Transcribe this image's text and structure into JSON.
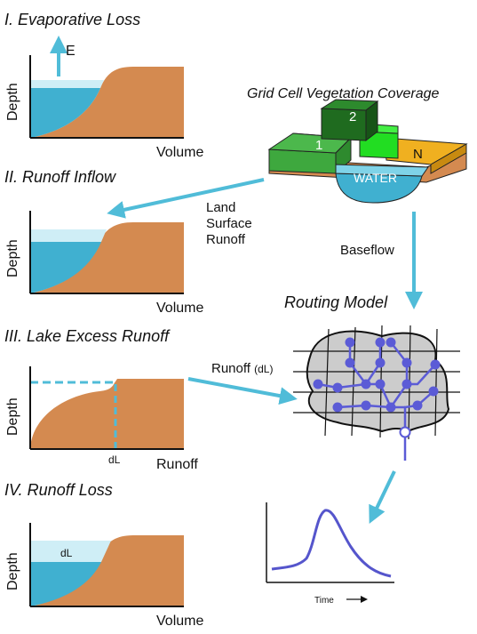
{
  "panels": [
    {
      "title": "I. Evaporative Loss",
      "ylabel": "Depth",
      "xlabel": "Volume",
      "marker": "E"
    },
    {
      "title": "II. Runoff Inflow",
      "ylabel": "Depth",
      "xlabel": "Volume"
    },
    {
      "title": "III. Lake Excess Runoff",
      "ylabel": "Depth",
      "xlabel": "Runoff",
      "marker": "dL"
    },
    {
      "title": "IV. Runoff Loss",
      "ylabel": "Depth",
      "xlabel": "Volume",
      "marker": "dL"
    }
  ],
  "grid_cell": {
    "title": "Grid Cell Vegetation Coverage",
    "tiles": [
      "1",
      "2",
      "N"
    ],
    "water": "WATER"
  },
  "flows": {
    "land_surface_runoff": [
      "Land",
      "Surface",
      "Runoff"
    ],
    "baseflow": "Baseflow",
    "runoff_dl_prefix": "Runoff ",
    "runoff_dl_suffix": "(dL)"
  },
  "routing": {
    "title": "Routing Model"
  },
  "hydrograph": {
    "xlabel": "Time"
  },
  "colors": {
    "water": "#40b0d0",
    "water_light": "#cfeef6",
    "soil": "#d48a50",
    "arrow": "#50bcd8",
    "hydrograph": "#5555cc",
    "veg_dark": "#2d7a2d",
    "veg_mid": "#3ea83e",
    "veg_light": "#2ecc2e",
    "veg_yellow": "#f0b020",
    "network": "#5b5bd6"
  }
}
